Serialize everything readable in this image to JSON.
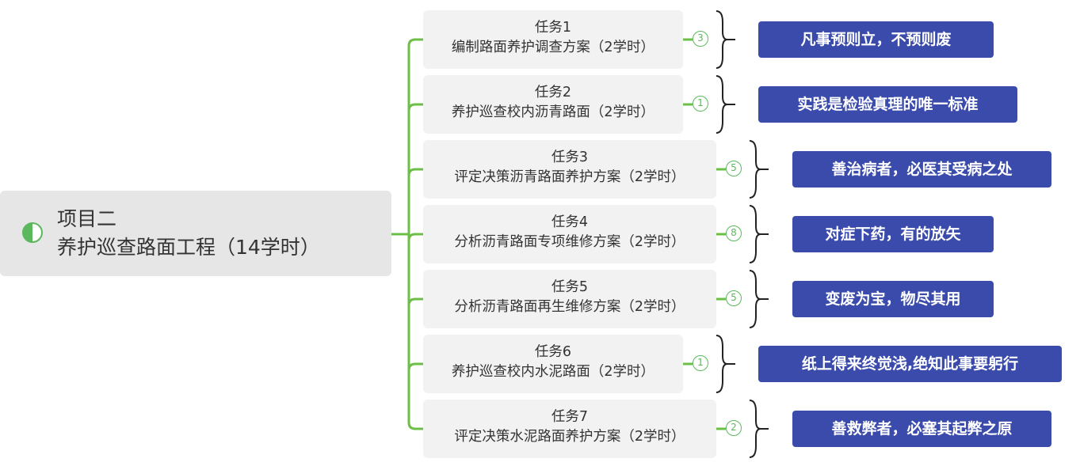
{
  "root": {
    "title": "项目二",
    "subtitle": "养护巡查路面工程（14学时）"
  },
  "tasks": [
    {
      "name": "任务1",
      "desc": "编制路面养护调查方案（2学时）",
      "count": "3",
      "quote": "凡事预则立，不预则废"
    },
    {
      "name": "任务2",
      "desc": "养护巡查校内沥青路面（2学时）",
      "count": "1",
      "quote": "实践是检验真理的唯一标准"
    },
    {
      "name": "任务3",
      "desc": "评定决策沥青路面养护方案（2学时）",
      "count": "5",
      "quote": "善治病者，必医其受病之处"
    },
    {
      "name": "任务4",
      "desc": "分析沥青路面专项维修方案（2学时）",
      "count": "8",
      "quote": "对症下药，有的放矢"
    },
    {
      "name": "任务5",
      "desc": "分析沥青路面再生维修方案（2学时）",
      "count": "5",
      "quote": "变废为宝，物尽其用"
    },
    {
      "name": "任务6",
      "desc": "养护巡查校内水泥路面（2学时）",
      "count": "1",
      "quote": "纸上得来终觉浅,绝知此事要躬行"
    },
    {
      "name": "任务7",
      "desc": "评定决策水泥路面养护方案（2学时）",
      "count": "2",
      "quote": "善救弊者，必塞其起弊之原"
    }
  ],
  "colors": {
    "connector": "#6bbf47",
    "quote_bg": "#3b4bab",
    "node_bg": "#f2f2f2",
    "root_bg": "#e6e6e6"
  }
}
